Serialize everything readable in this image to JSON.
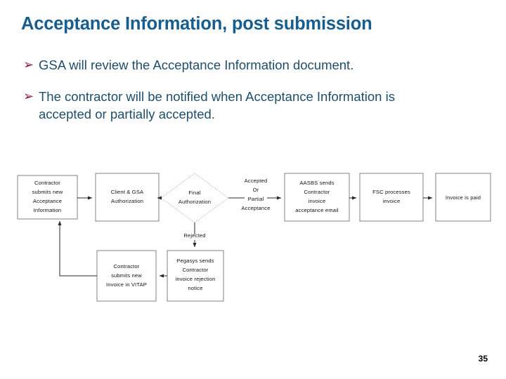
{
  "slide": {
    "title": "Acceptance Information, post submission",
    "page_number": "35",
    "title_color": "#175e8e",
    "body_color": "#1f4e6b",
    "bullet_color": "#8b1c3f"
  },
  "bullets": [
    {
      "glyph": "➢",
      "glyph_name": "arrowhead-bullet",
      "text": "GSA will review the Acceptance Information document."
    },
    {
      "glyph": "➢",
      "glyph_name": "arrowhead-bullet",
      "text": "The contractor will be notified when Acceptance Information is accepted or partially accepted."
    }
  ],
  "flowchart": {
    "nodes": [
      {
        "id": "contractor-submits-acceptance",
        "shape": "box",
        "lines": [
          "Contractor",
          "submits new",
          "Acceptance",
          "Information"
        ]
      },
      {
        "id": "client-gsa-authorization",
        "shape": "box",
        "lines": [
          "Client & GSA",
          "Authorization"
        ]
      },
      {
        "id": "final-authorization",
        "shape": "diamond",
        "lines": [
          "Final",
          "Authorization"
        ]
      },
      {
        "id": "aasbs-sends-email",
        "shape": "box",
        "lines": [
          "AASBS sends",
          "Contractor",
          "invoice",
          "acceptance email"
        ]
      },
      {
        "id": "fsc-processes-invoice",
        "shape": "box",
        "lines": [
          "FSC processes",
          "invoice"
        ]
      },
      {
        "id": "invoice-is-paid",
        "shape": "box",
        "lines": [
          "Invoice is paid"
        ]
      },
      {
        "id": "pegasys-sends-rejection",
        "shape": "box",
        "lines": [
          "Pegasys sends",
          "Contractor",
          "invoice rejection",
          "notice"
        ]
      },
      {
        "id": "contractor-submits-invoice",
        "shape": "box",
        "lines": [
          "Contractor",
          "submits new",
          "Invoice in VITAP"
        ]
      }
    ],
    "edge_labels": {
      "accepted": [
        "Accepted",
        "Or",
        "Partial",
        "Acceptance"
      ],
      "rejected": [
        "Rejected"
      ]
    }
  }
}
